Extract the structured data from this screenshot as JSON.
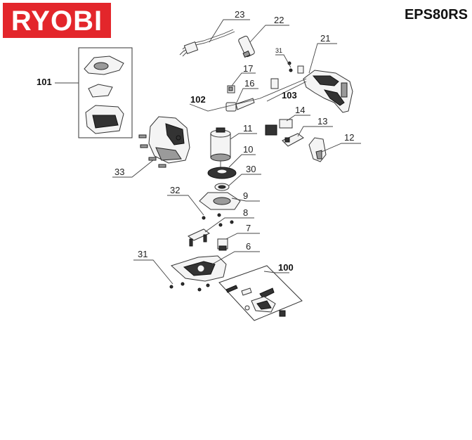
{
  "brand": {
    "logo_text": "RYOBI",
    "logo_color": "#e3262b"
  },
  "model": "EPS80RS",
  "callouts": {
    "p23": "23",
    "p22": "22",
    "p21": "21",
    "p31a": "31",
    "p17": "17",
    "p16": "16",
    "p103": "103",
    "p102": "102",
    "p101": "101",
    "p14": "14",
    "p13": "13",
    "p12": "12",
    "p11": "11",
    "p10": "10",
    "p30": "30",
    "p33": "33",
    "p32": "32",
    "p9": "9",
    "p8": "8",
    "p7": "7",
    "p6": "6",
    "p31b": "31",
    "p100": "100"
  }
}
